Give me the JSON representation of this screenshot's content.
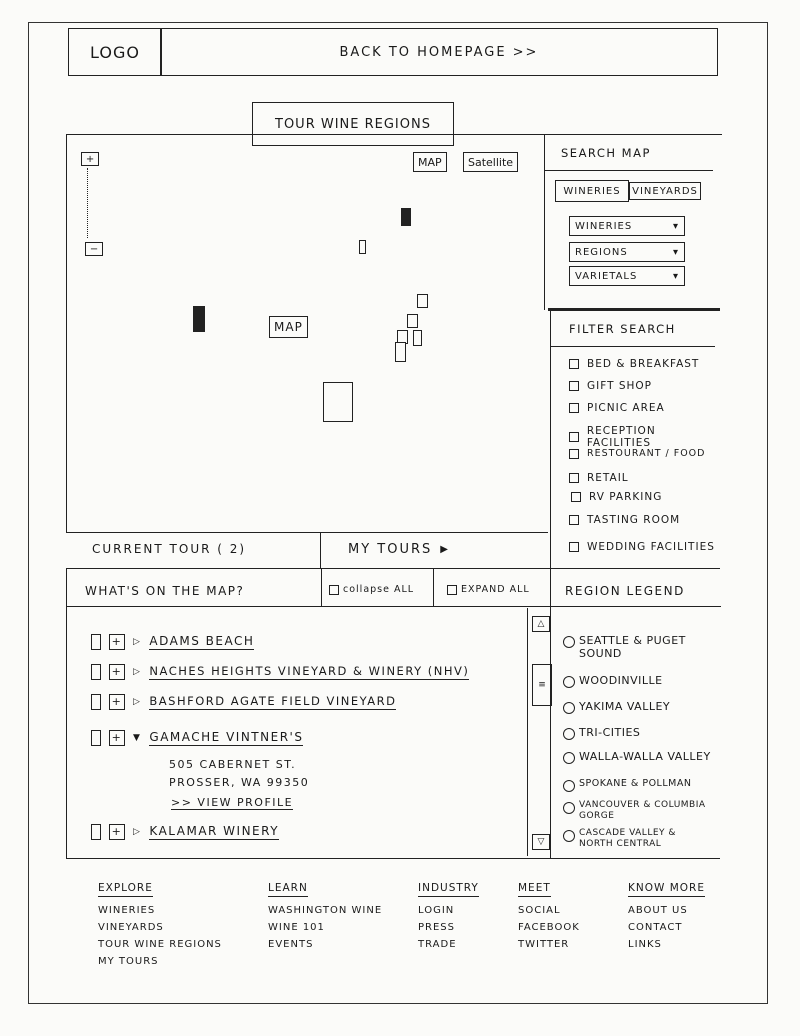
{
  "header": {
    "logo": "LOGO",
    "back_link": "BACK TO HOMEPAGE >>"
  },
  "page_title": "TOUR WINE REGIONS",
  "map": {
    "zoom_in": "+",
    "zoom_out": "−",
    "type_map": "MAP",
    "type_satellite": "Satellite",
    "placeholder": "MAP"
  },
  "tour_bar": {
    "current_tour": "CURRENT TOUR ( 2)",
    "my_tours": "MY TOURS"
  },
  "search": {
    "title": "SEARCH MAP",
    "tabs": [
      "WINERIES",
      "VINEYARDS"
    ],
    "selects": [
      "WINERIES",
      "REGIONS",
      "VARIETALS"
    ]
  },
  "filter": {
    "title": "FILTER SEARCH",
    "items": [
      "BED & BREAKFAST",
      "GIFT SHOP",
      "PICNIC AREA",
      "RECEPTION FACILITIES",
      "RESTOURANT / FOOD",
      "RETAIL",
      "RV PARKING",
      "TASTING ROOM",
      "WEDDING FACILITIES"
    ]
  },
  "whats_on_map": {
    "title": "WHAT'S ON THE MAP?",
    "collapse_all": "collapse ALL",
    "expand_all": "EXPAND ALL",
    "items": [
      {
        "name": "ADAMS BEACH"
      },
      {
        "name": "NACHES HEIGHTS VINEYARD & WINERY (NHV)"
      },
      {
        "name": "BASHFORD AGATE FIELD VINEYARD"
      },
      {
        "name": "GAMACHE VINTNER'S",
        "address1": "505 CABERNET ST.",
        "address2": "PROSSER, WA 99350",
        "link": ">> VIEW PROFILE"
      },
      {
        "name": "KALAMAR WINERY"
      }
    ]
  },
  "legend": {
    "title": "REGION LEGEND",
    "items": [
      "SEATTLE & PUGET SOUND",
      "WOODINVILLE",
      "YAKIMA VALLEY",
      "TRI-CITIES",
      "WALLA-WALLA VALLEY",
      "SPOKANE & POLLMAN",
      "VANCOUVER & COLUMBIA GORGE",
      "CASCADE VALLEY & NORTH CENTRAL"
    ]
  },
  "footer": {
    "columns": [
      {
        "title": "EXPLORE",
        "links": [
          "WINERIES",
          "VINEYARDS",
          "TOUR WINE REGIONS",
          "MY TOURS"
        ]
      },
      {
        "title": "LEARN",
        "links": [
          "WASHINGTON WINE",
          "WINE 101",
          "EVENTS"
        ]
      },
      {
        "title": "INDUSTRY",
        "links": [
          "LOGIN",
          "PRESS",
          "TRADE"
        ]
      },
      {
        "title": "MEET",
        "links": [
          "SOCIAL",
          "FACEBOOK",
          "TWITTER"
        ]
      },
      {
        "title": "KNOW MORE",
        "links": [
          "ABOUT US",
          "CONTACT",
          "LINKS"
        ]
      }
    ]
  }
}
